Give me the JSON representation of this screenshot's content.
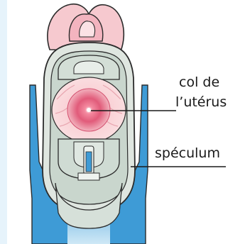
{
  "labels": {
    "cervix_line1": "col de",
    "cervix_line2": "l’utérus",
    "speculum": "spéculum"
  },
  "colors": {
    "background_band": "#e6f3fb",
    "speculum_blue": "#3e9bd6",
    "speculum_body": "#cfdbd3",
    "tissue_pink": "#f6c9cf",
    "cervix_pink": "#e15b7a",
    "outline": "#2b2b2b"
  }
}
